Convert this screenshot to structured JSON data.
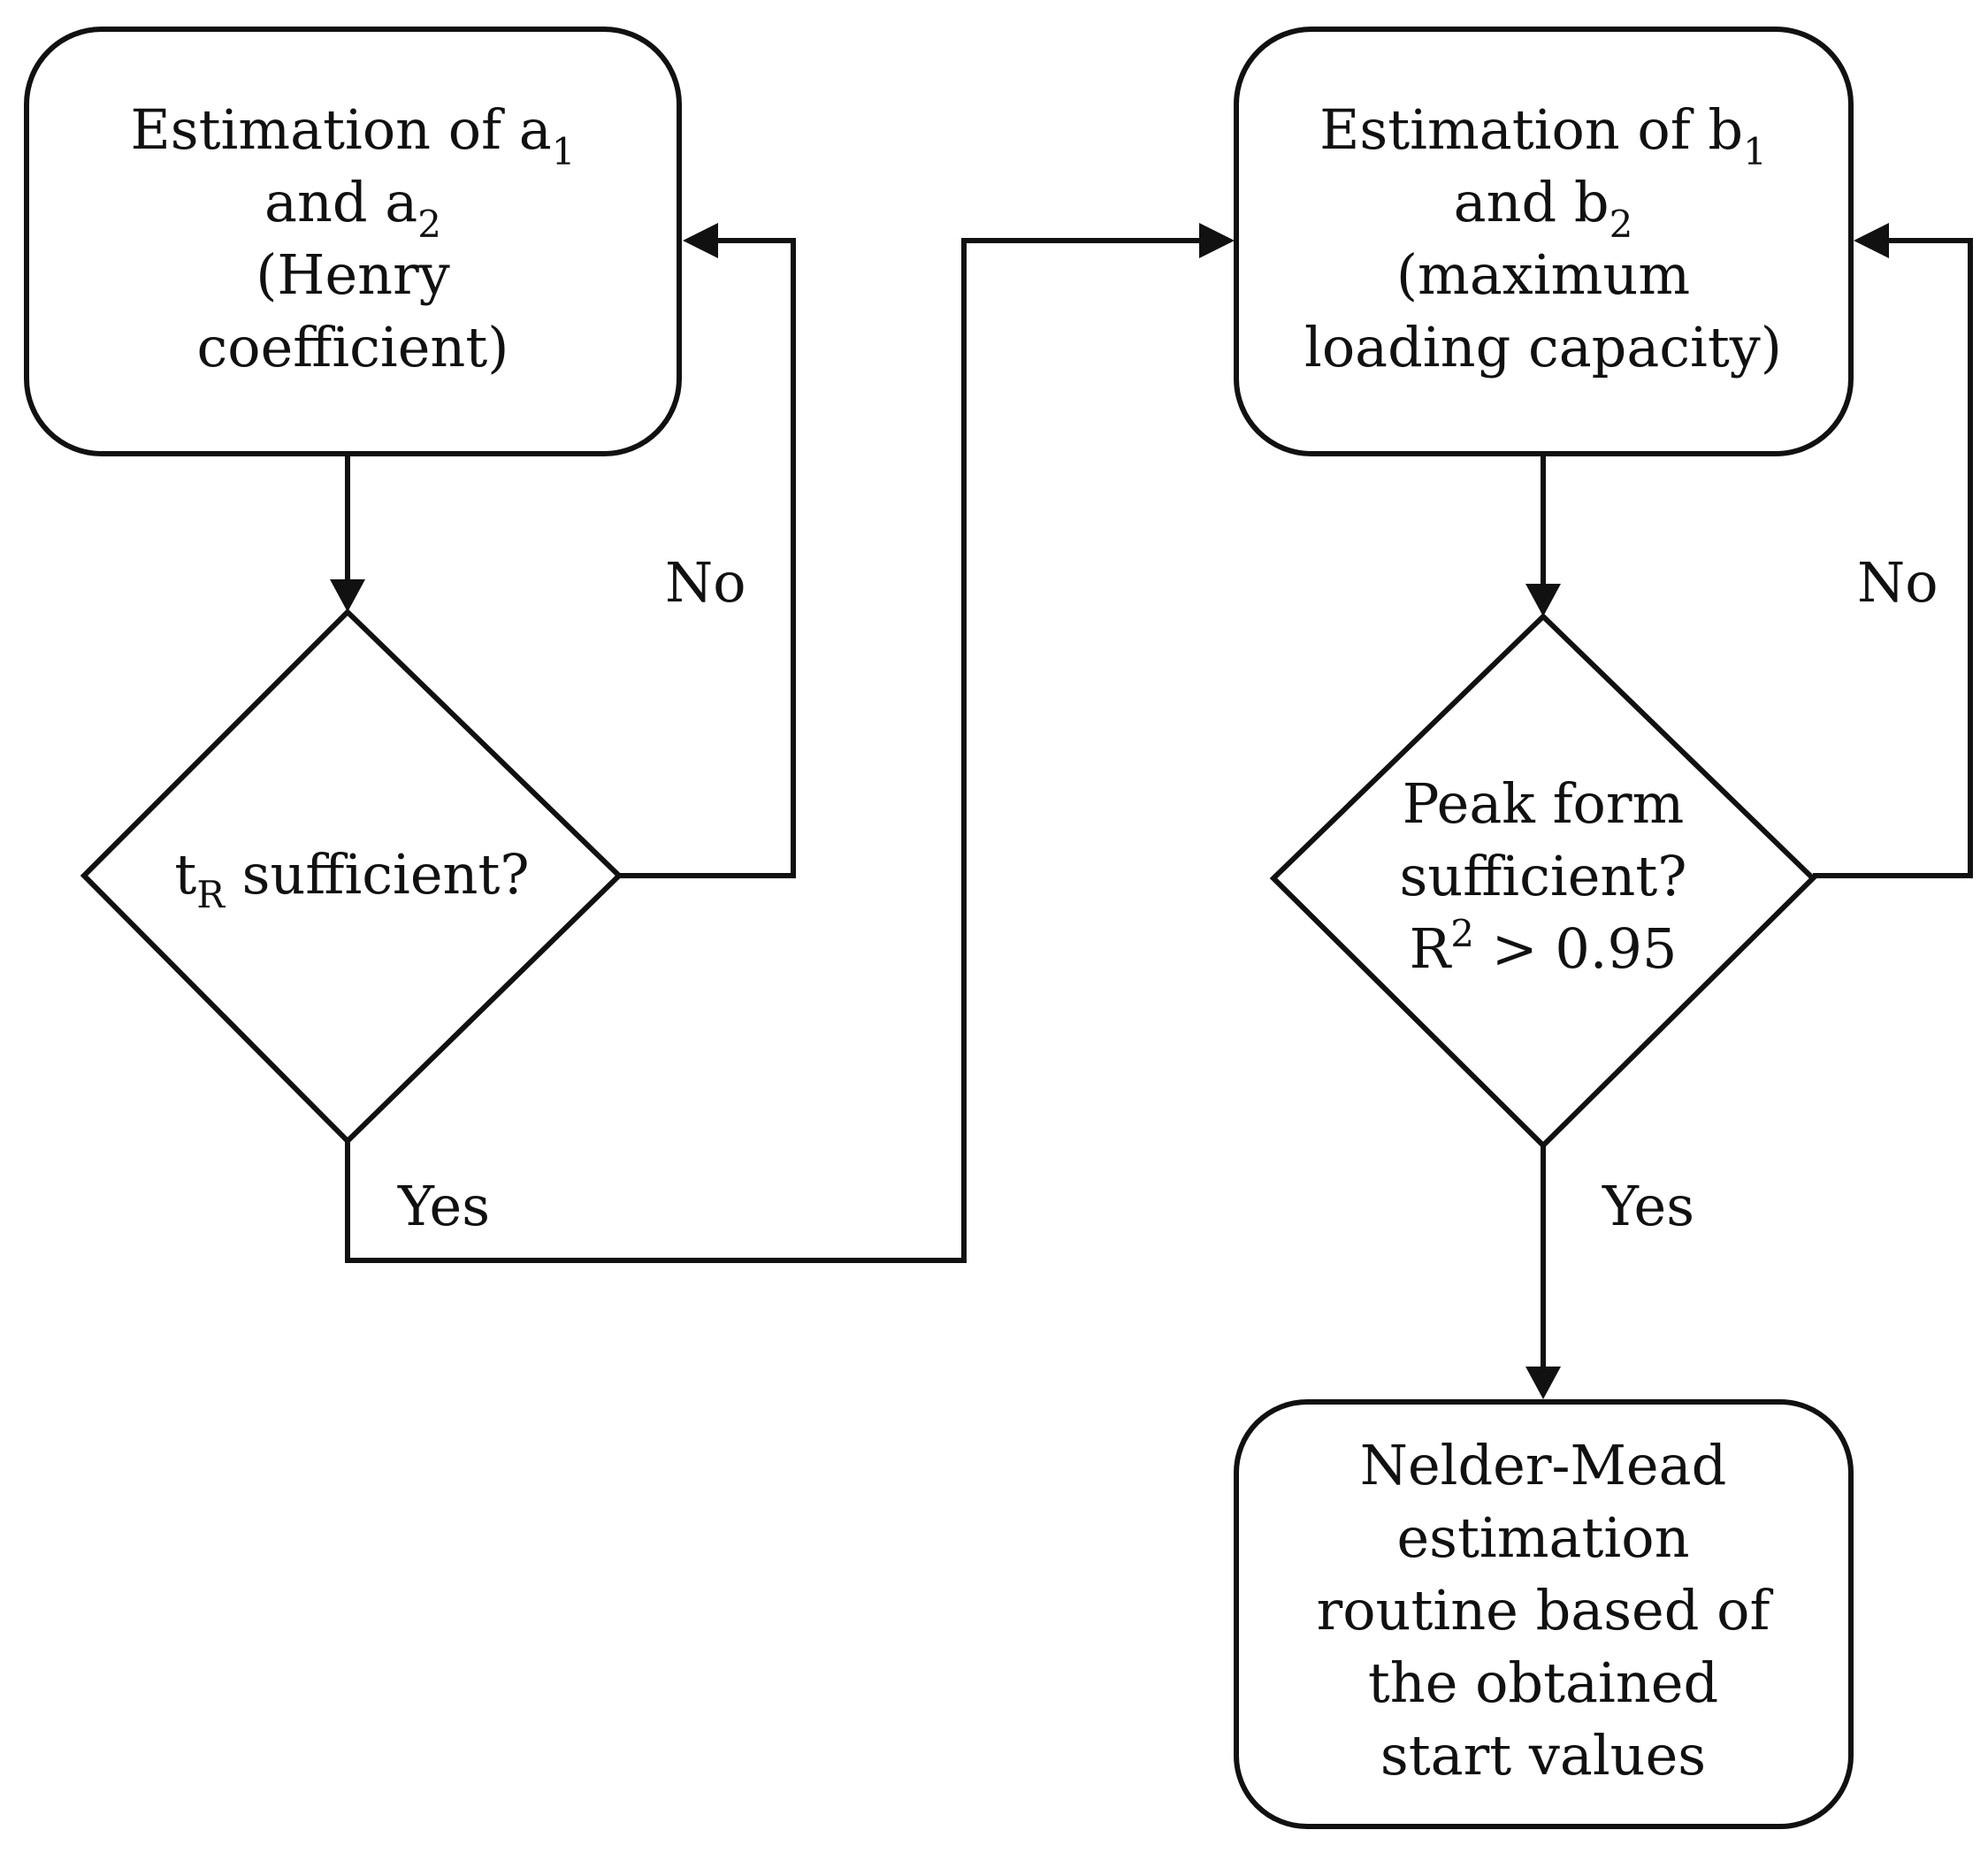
{
  "nodes": {
    "estimate_a": {
      "line1_main": "Estimation of a",
      "line1_sub": "1",
      "line2_main": "and a",
      "line2_sub": "2",
      "line3": "(Henry",
      "line4": "coefficient)"
    },
    "decision_tr": {
      "main": "t",
      "sub": "R",
      "rest": " sufficient?"
    },
    "estimate_b": {
      "line1_main": "Estimation of b",
      "line1_sub": "1",
      "line2_main": "and b",
      "line2_sub": "2",
      "line3": "(maximum",
      "line4": "loading capacity)"
    },
    "decision_peak": {
      "line1": "Peak form",
      "line2": "sufficient?",
      "line3_main": "R",
      "line3_sup": "2",
      "line3_rest": " > 0.95"
    },
    "nelder_mead": {
      "lines": [
        "Nelder-Mead",
        "estimation",
        "routine based of",
        "the obtained",
        "start values"
      ]
    }
  },
  "edges": {
    "tr_no": "No",
    "tr_yes": "Yes",
    "peak_no": "No",
    "peak_yes": "Yes"
  }
}
